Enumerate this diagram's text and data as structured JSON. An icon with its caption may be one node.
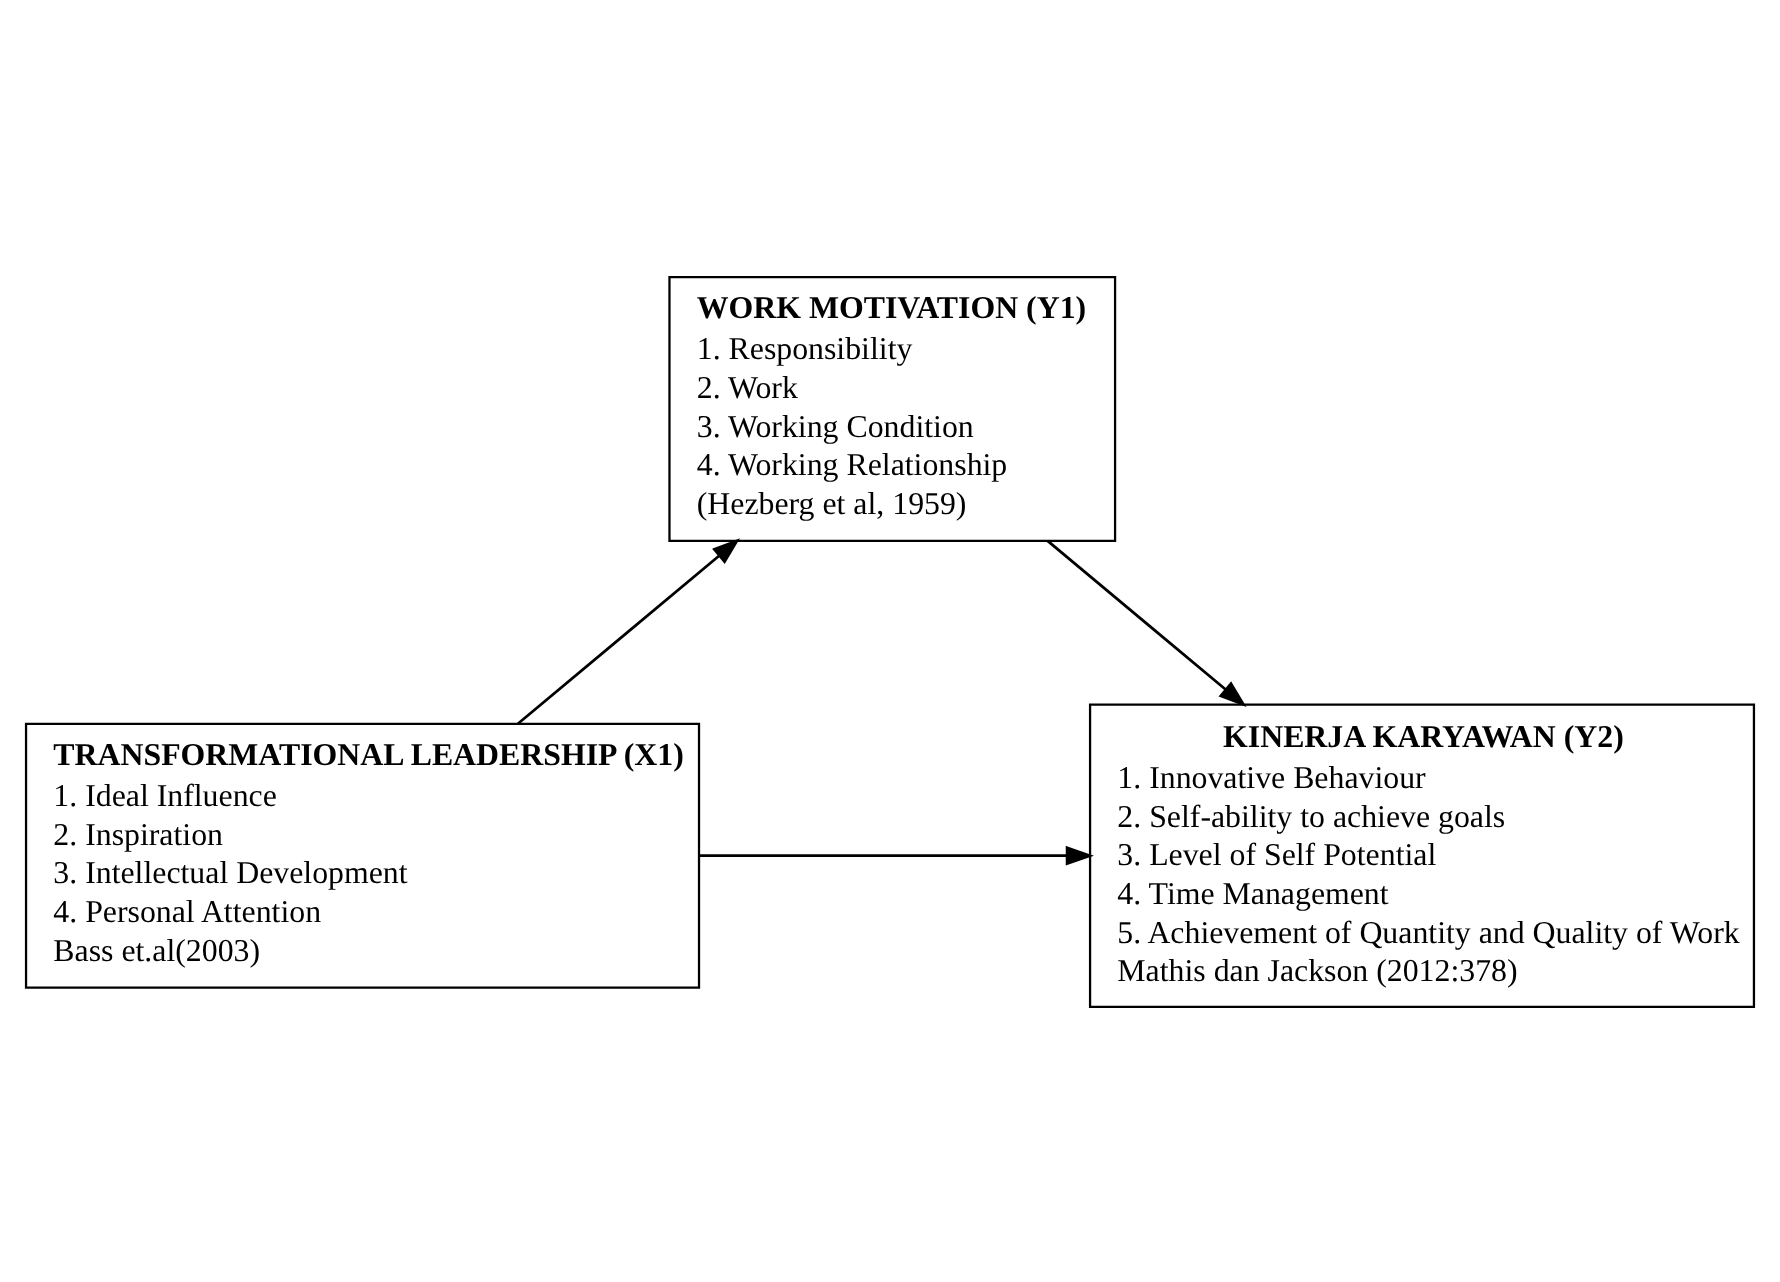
{
  "diagram": {
    "nodes": [
      {
        "text": [
          "WORK MOTIVATION (Y1)",
          "1. Responsibility",
          "2. Work",
          "3. Working Condition",
          "4. Working Relationship",
          "(Hezberg et al, 1959)"
        ]
      },
      {
        "text": [
          "TRANSFORMATIONAL LEADERSHIP (X1)",
          "1. Ideal Influence",
          "2. Inspiration",
          "3. Intellectual Development",
          "4. Personal Attention",
          "Bass et.al(2003)"
        ]
      },
      {
        "text": [
          "KINERJA KARYAWAN (Y2)",
          "1. Innovative Behaviour",
          "2. Self-ability to achieve goals",
          "3. Level of Self Potential",
          "4. Time Management",
          "5. Achievement of Quantity and Quality of Work",
          "Mathis dan Jackson (2012:378)"
        ]
      }
    ],
    "edges": [
      {
        "from": 1,
        "to": 0,
        "arrow": "to"
      },
      {
        "from": 0,
        "to": 2,
        "arrow": "to"
      },
      {
        "from": 1,
        "to": 2,
        "arrow": "to"
      }
    ]
  }
}
